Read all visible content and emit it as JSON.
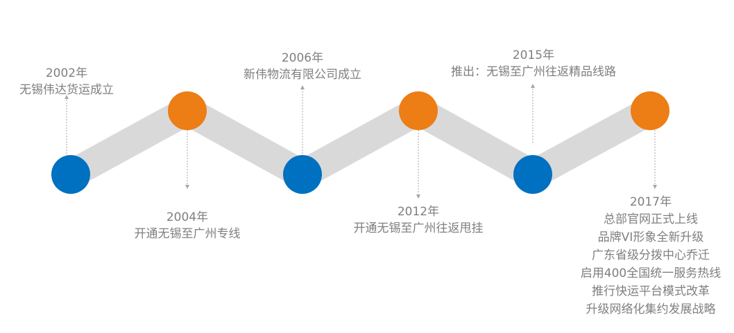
{
  "colors": {
    "band": "#d9d9d9",
    "node_low": "#0070c0",
    "node_high": "#ed7d15",
    "connector": "#a6a6a6",
    "text": "#7f7f7f"
  },
  "milestones": [
    {
      "year": "2002年",
      "desc": "无锡伟达货运成立",
      "level": "low"
    },
    {
      "year": "2004年",
      "desc": "开通无锡至广州专线",
      "level": "high"
    },
    {
      "year": "2006年",
      "desc": "新伟物流有限公司成立",
      "level": "low"
    },
    {
      "year": "2012年",
      "desc": "开通无锡至广州往返甩挂",
      "level": "high"
    },
    {
      "year": "2015年",
      "desc": "推出：无锡至广州往返精品线路",
      "level": "low"
    },
    {
      "year": "2017年",
      "items": [
        "总部官网正式上线",
        "品牌VI形象全新升级",
        "广东省级分拨中心乔迁",
        "启用400全国统一服务热线",
        "推行快运平台模式改革",
        "升级网络化集约发展战略"
      ],
      "level": "high"
    }
  ]
}
